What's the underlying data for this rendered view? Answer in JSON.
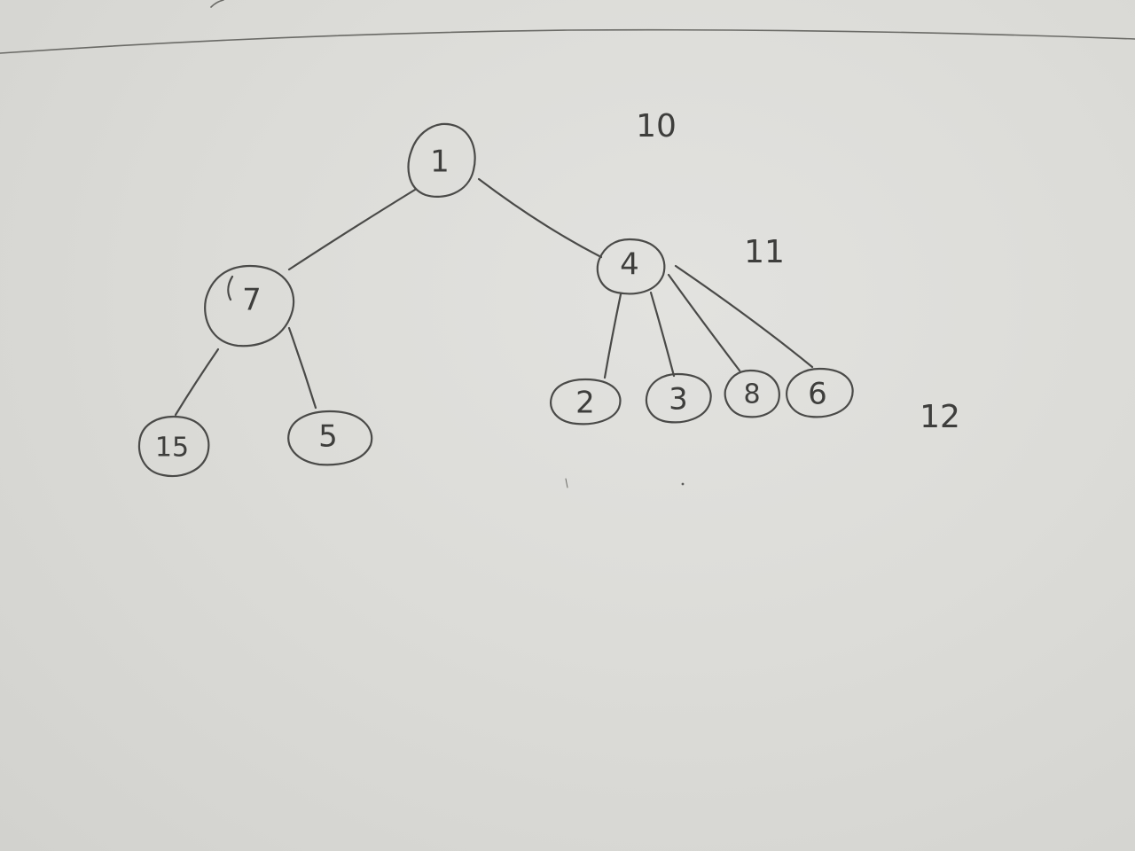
{
  "tree": {
    "nodes": [
      {
        "id": "root",
        "label": "1"
      },
      {
        "id": "n7",
        "label": "7"
      },
      {
        "id": "n4",
        "label": "4"
      },
      {
        "id": "n15",
        "label": "15"
      },
      {
        "id": "n5",
        "label": "5"
      },
      {
        "id": "n2",
        "label": "2"
      },
      {
        "id": "n3",
        "label": "3"
      },
      {
        "id": "n8",
        "label": "8"
      },
      {
        "id": "n6",
        "label": "6"
      }
    ],
    "edges": [
      [
        "root",
        "n7"
      ],
      [
        "root",
        "n4"
      ],
      [
        "n7",
        "n15"
      ],
      [
        "n7",
        "n5"
      ],
      [
        "n4",
        "n2"
      ],
      [
        "n4",
        "n3"
      ],
      [
        "n4",
        "n8"
      ],
      [
        "n4",
        "n6"
      ]
    ]
  },
  "level_labels": [
    "10",
    "11",
    "12"
  ]
}
